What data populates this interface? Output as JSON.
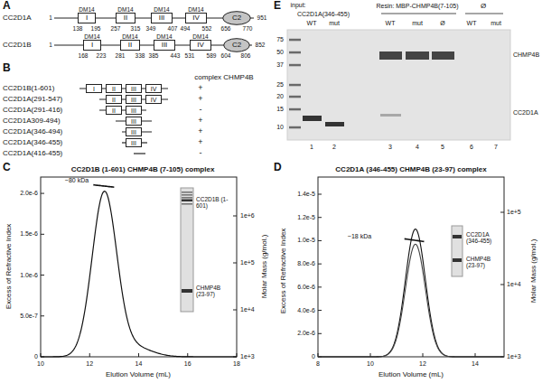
{
  "diagram": {
    "nodes": [
      {
        "text": [
          "DM14",
          "I"
        ]
      },
      {
        "text": [
          "DM14",
          "II"
        ]
      },
      {
        "text": [
          "DM14",
          "III"
        ]
      },
      {
        "text": [
          "DM14",
          "IV"
        ]
      },
      {
        "text": [
          "C2"
        ]
      },
      {
        "text": [
          "DM14",
          "I"
        ]
      },
      {
        "text": [
          "DM14",
          "II"
        ]
      },
      {
        "text": [
          "DM14",
          "III"
        ]
      },
      {
        "text": [
          "DM14",
          "IV"
        ]
      },
      {
        "text": [
          "C2"
        ]
      },
      {
        "text": [
          "I"
        ]
      },
      {
        "text": [
          "II"
        ]
      },
      {
        "text": [
          "III"
        ]
      },
      {
        "text": [
          "IV"
        ]
      },
      {
        "text": [
          "II"
        ]
      },
      {
        "text": [
          "III"
        ]
      },
      {
        "text": [
          "IV"
        ]
      },
      {
        "text": [
          "II"
        ]
      },
      {
        "text": [
          "III"
        ]
      },
      {
        "text": [
          "III"
        ]
      },
      {
        "text": [
          "III"
        ]
      },
      {
        "text": [
          "III"
        ]
      }
    ],
    "labels": [
      "A",
      "CC2D1A",
      "1",
      "138",
      "195",
      "257",
      "315",
      "349",
      "407",
      "494",
      "552",
      "656",
      "770",
      "951",
      "CC2D1B",
      "1",
      "168",
      "223",
      "281",
      "338",
      "385",
      "443",
      "531",
      "589",
      "604",
      "806",
      "852",
      "B",
      "complex CHMP4B",
      "CC2D1B(1-601)",
      "+",
      "CC2D1A(291-547)",
      "+",
      "CC2D1A(291-416)",
      "-",
      "CC2D1A309-494)",
      "+",
      "CC2D1A(346-494)",
      "+",
      "CC2D1A(346-455)",
      "+",
      "CC2D1A(416-455)",
      "-",
      "E",
      "input:",
      "CC2D1A(346-455)",
      "Resin: MBP-CHMP4B(7-105)",
      "Ø",
      "WT",
      "mut",
      "WT",
      "mut",
      "Ø",
      "WT",
      "mut",
      "75",
      "50",
      "37",
      "25",
      "20",
      "15",
      "10",
      "1",
      "2",
      "3",
      "4",
      "5",
      "6",
      "7",
      "CHMP4B",
      "CC2D1A",
      "C",
      "CC2D1B (1-601) CHMP4B (7-105) complex",
      "~80 kDa",
      "CC2D1B (1-601)",
      "CHMP4B (23-97)",
      "2.0e-6",
      "1.5e-6",
      "1.0e-6",
      "5.0e-7",
      "0",
      "1e+6",
      "1e+5",
      "1e+4",
      "1e+3",
      "10",
      "12",
      "14",
      "16",
      "18",
      "Elution Volume (mL)",
      "Excess of Refractive Index",
      "Molar Mass (g/mol.)",
      "D",
      "CC2D1A (346-455) CHMP4B (23-97) complex",
      "~18 kDa",
      "CC2D1A (346-455)",
      "CHMP4B (23-97)",
      "1.4e-5",
      "1.2e-5",
      "1.0e-5",
      "8.0e-6",
      "6.0e-6",
      "4.0e-6",
      "2.0e-6",
      "0",
      "1e+5",
      "1e+4",
      "1e+3",
      "8",
      "10",
      "12",
      "14",
      "Elution Volume (mL)",
      "Excess of Refractive Index",
      "Molar Mass (g/mol.)"
    ]
  }
}
